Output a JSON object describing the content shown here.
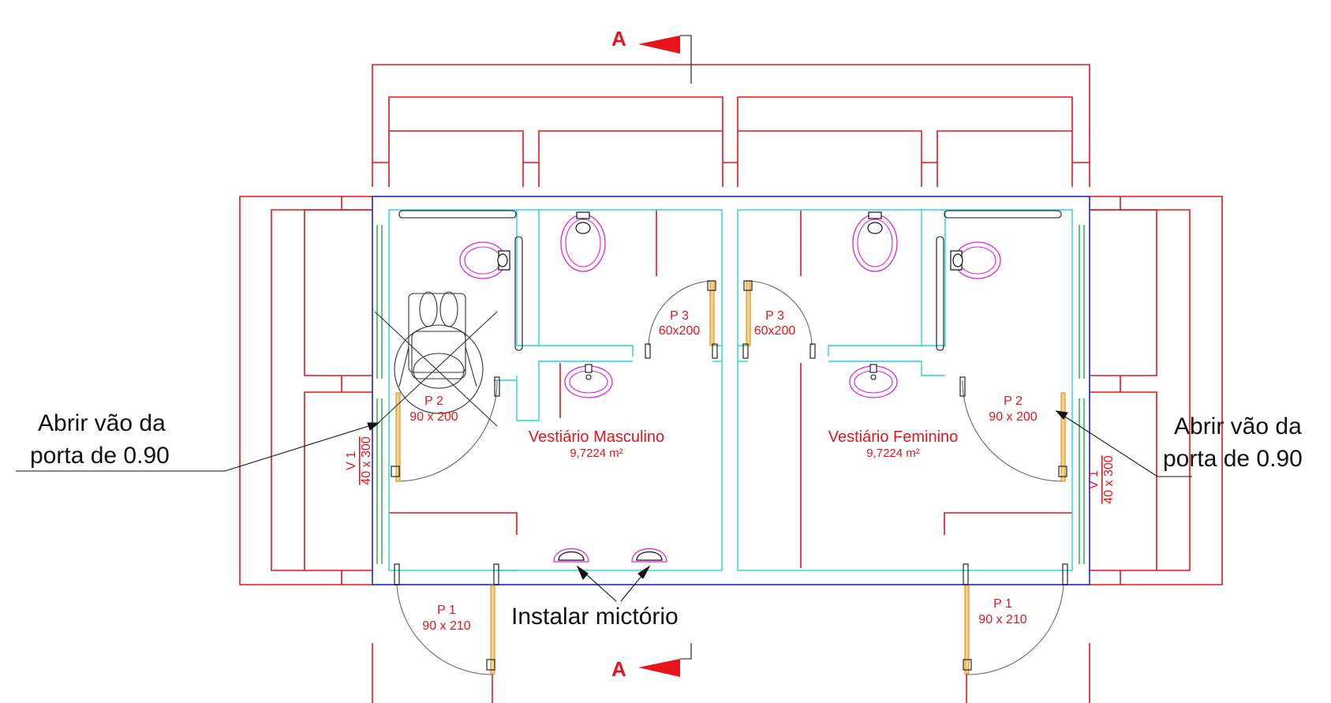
{
  "section_marks": {
    "letter": "A"
  },
  "rooms": {
    "male": {
      "name": "Vestiário Masculino",
      "area": "9,7224 m²"
    },
    "female": {
      "name": "Vestiário Feminino",
      "area": "9,7224 m²"
    }
  },
  "doors": {
    "p1_left": {
      "id": "P 1",
      "size": "90 x 210"
    },
    "p1_right": {
      "id": "P 1",
      "size": "90 x 210"
    },
    "p2_left": {
      "id": "P 2",
      "size": "90 x 200"
    },
    "p2_right": {
      "id": "P 2",
      "size": "90 x 200"
    },
    "p3_left": {
      "id": "P 3",
      "size": "60x200"
    },
    "p3_right": {
      "id": "P 3",
      "size": "60x200"
    }
  },
  "windows": {
    "v1_left": {
      "id": "V 1",
      "size": "40 x 300"
    },
    "v1_right": {
      "id": "V 1",
      "size": "40 x 300"
    }
  },
  "annotations": {
    "left_note": {
      "line1": "Abrir vão da",
      "line2": "porta de 0.90"
    },
    "right_note": {
      "line1": "Abrir vão da",
      "line2": "porta de 0.90"
    },
    "urinal_note": "Instalar mictório"
  },
  "colors": {
    "wall_red": "#e8141c",
    "interior_cyan": "#22d3d3",
    "outline_blue": "#3a3ad0",
    "fixture_magenta": "#e020e0",
    "door_orange": "#d99a2b",
    "window_green": "#1fae3a",
    "annotation_black": "#111111"
  }
}
